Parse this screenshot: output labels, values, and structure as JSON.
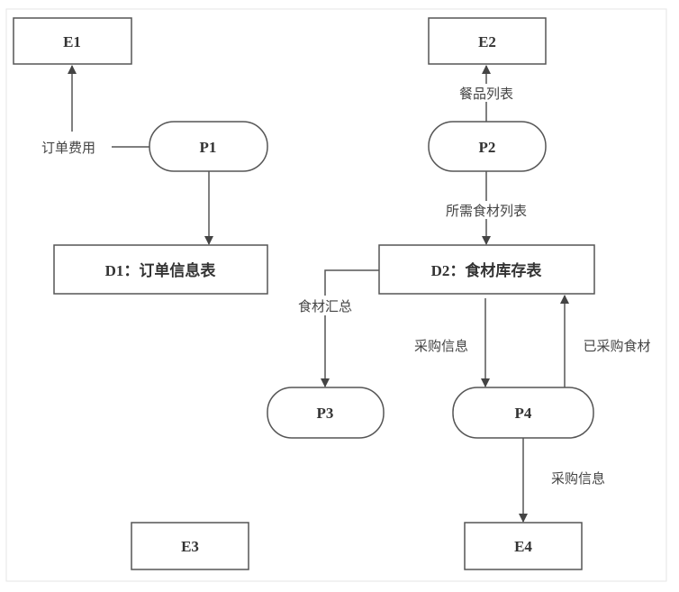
{
  "nodes": {
    "E1": "E1",
    "E2": "E2",
    "E3": "E3",
    "E4": "E4",
    "P1": "P1",
    "P2": "P2",
    "P3": "P3",
    "P4": "P4",
    "D1": "D1：订单信息表",
    "D2": "D2：食材库存表"
  },
  "edges": {
    "p1_e1": "订单费用",
    "p2_e2": "餐品列表",
    "p2_d2": "所需食材列表",
    "d2_p3": "食材汇总",
    "d2_p4": "采购信息",
    "p4_d2": "已采购食材",
    "p4_e4": "采购信息"
  },
  "colors": {
    "stroke": "#555555",
    "text": "#333333"
  }
}
